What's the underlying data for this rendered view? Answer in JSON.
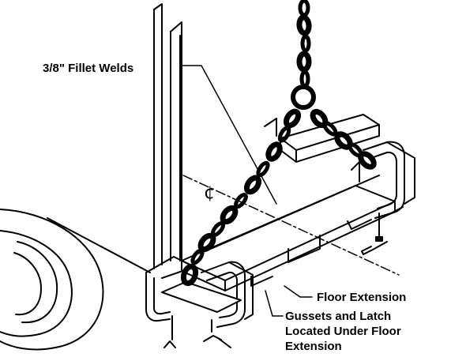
{
  "labels": {
    "weld": "3/8\" Fillet Welds",
    "floor_extension": "Floor Extension",
    "gussets_line1": "Gussets and Latch",
    "gussets_line2": "Located Under Floor",
    "gussets_line3": "Extension",
    "centerline": "¢"
  },
  "colors": {
    "ink": "#000000",
    "paper": "#ffffff"
  }
}
